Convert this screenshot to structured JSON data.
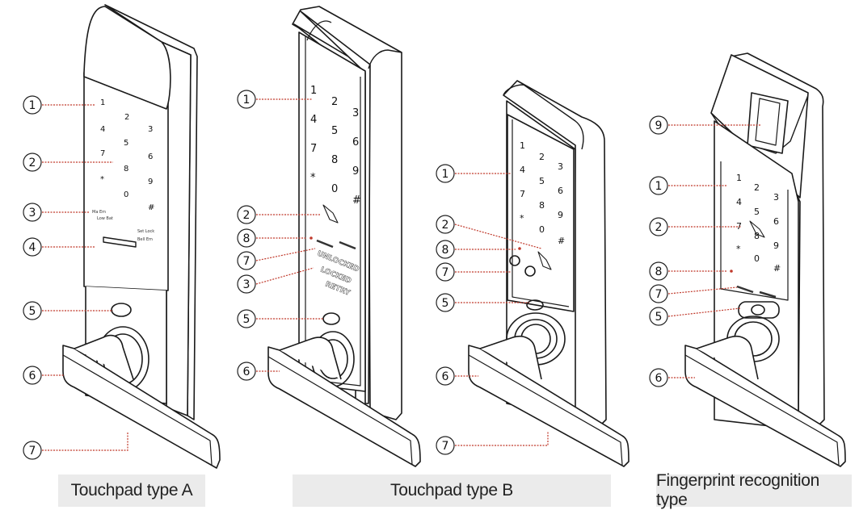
{
  "captions": {
    "a": "Touchpad type A",
    "b": "Touchpad type B",
    "c": "Fingerprint recognition type"
  },
  "keypad": [
    "1",
    "2",
    "3",
    "4",
    "5",
    "6",
    "7",
    "8",
    "9",
    "*",
    "0",
    "#"
  ],
  "panel_a": {
    "callouts": [
      "1",
      "2",
      "3",
      "4",
      "5",
      "6",
      "7"
    ],
    "small_labels": [
      "Ma Em",
      "Low Bat",
      "Set Lock",
      "Bell Em"
    ]
  },
  "panel_b": {
    "callouts": [
      "1",
      "2",
      "8",
      "7",
      "3",
      "5",
      "6"
    ],
    "status_labels": [
      "UNLOCKED",
      "LOCKED",
      "RETRY"
    ]
  },
  "panel_c": {
    "callouts": [
      "1",
      "2",
      "8",
      "7",
      "5",
      "6",
      "7"
    ]
  },
  "panel_d": {
    "callouts": [
      "9",
      "1",
      "2",
      "8",
      "7",
      "5",
      "6"
    ]
  },
  "colors": {
    "line": "#1a1a1a",
    "leader": "#c0392b",
    "caption_bg": "#ebebeb"
  }
}
